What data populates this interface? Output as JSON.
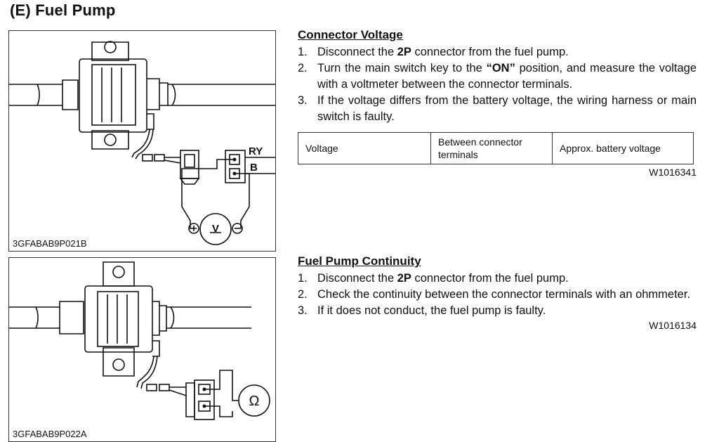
{
  "page": {
    "title": "(E)   Fuel Pump"
  },
  "figures": [
    {
      "code": "3GFABAB9P021B",
      "wire_labels": [
        "RY",
        "B"
      ],
      "meter_symbol": "V",
      "meter_icon": "voltmeter-icon"
    },
    {
      "code": "3GFABAB9P022A",
      "meter_symbol": "Ω",
      "meter_icon": "ohmmeter-icon"
    }
  ],
  "sections": [
    {
      "title": "Connector Voltage",
      "steps": [
        {
          "num": "1.",
          "before": "Disconnect the ",
          "bold": "2P",
          "after": " connector from the fuel pump."
        },
        {
          "num": "2.",
          "before": "Turn the main switch key to the ",
          "bold": "“ON”",
          "after": " position, and measure the voltage with a voltmeter between the connector terminals."
        },
        {
          "num": "3.",
          "before": "If the voltage differs from the battery voltage, the wiring harness or main switch is faulty.",
          "bold": "",
          "after": ""
        }
      ],
      "table": {
        "col1": "Voltage",
        "col2": "Between connector terminals",
        "col3": "Approx. battery voltage"
      },
      "ref": "W1016341"
    },
    {
      "title": "Fuel Pump Continuity",
      "steps": [
        {
          "num": "1.",
          "before": "Disconnect the ",
          "bold": "2P",
          "after": " connector from the fuel pump."
        },
        {
          "num": "2.",
          "before": "Check the continuity between the connector terminals with an ohmmeter.",
          "bold": "",
          "after": ""
        },
        {
          "num": "3.",
          "before": "If it does not conduct, the fuel pump is faulty.",
          "bold": "",
          "after": ""
        }
      ],
      "ref": "W1016134"
    }
  ]
}
